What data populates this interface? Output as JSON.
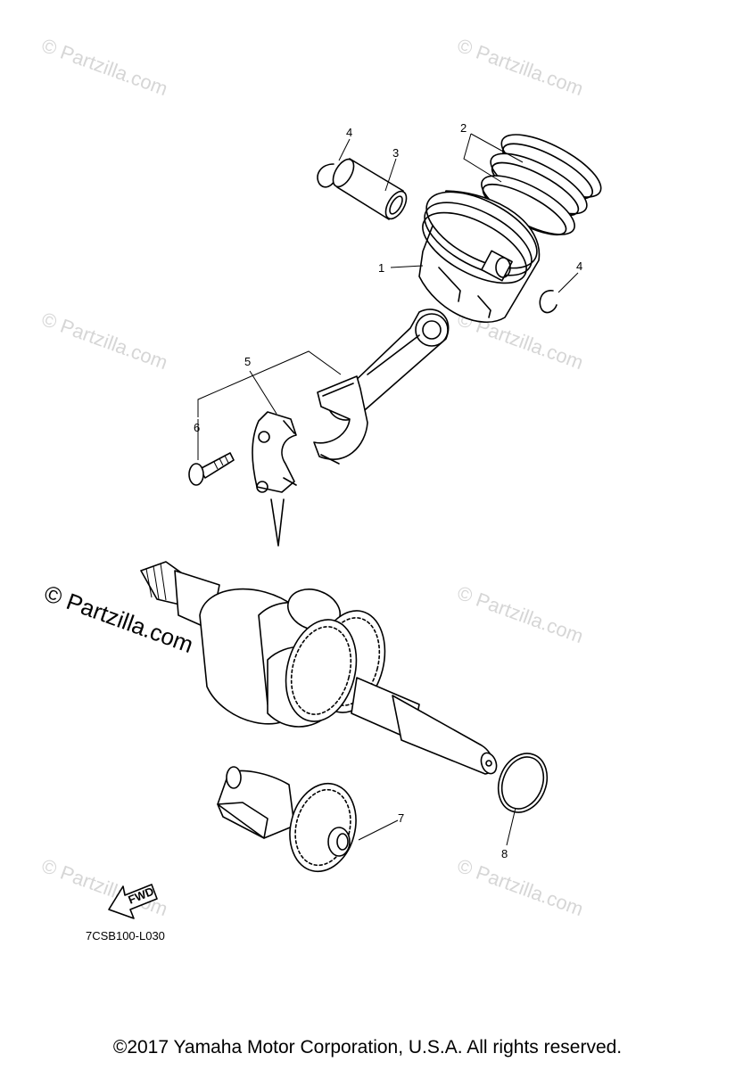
{
  "watermarks": {
    "small": "© Partzilla.com",
    "large": "© Partzilla.com"
  },
  "callouts": {
    "c1": "1",
    "c2": "2",
    "c3": "3",
    "c4a": "4",
    "c4b": "4",
    "c5": "5",
    "c6": "6",
    "c7": "7",
    "c8": "8"
  },
  "fwd_label": "FWD",
  "diagram_code": "7CSB100-L030",
  "copyright": "©2017  Yamaha Motor Corporation, U.S.A. All rights reserved."
}
